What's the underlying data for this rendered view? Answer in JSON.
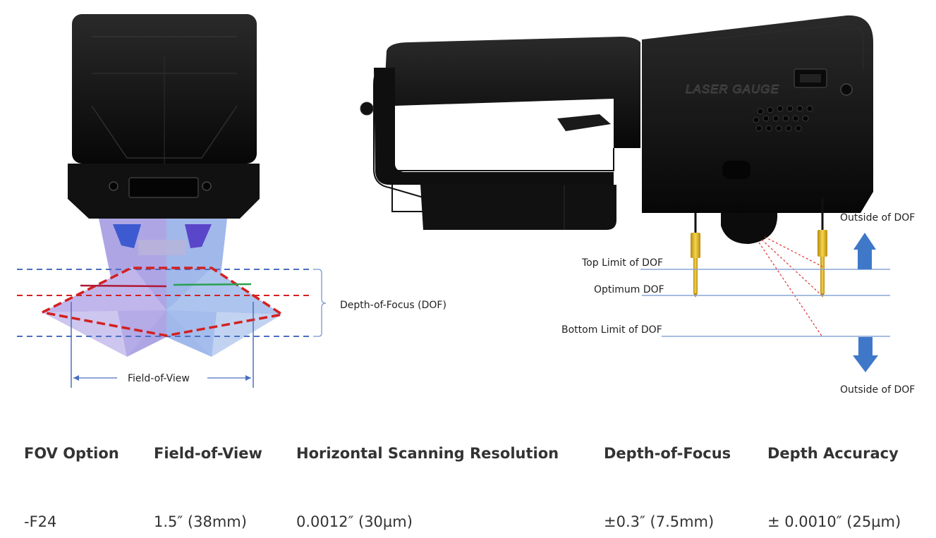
{
  "diagram": {
    "left": {
      "dof_label": "Depth-of-Focus (DOF)",
      "fov_label": "Field-of-View"
    },
    "right": {
      "logo_text": "LASER GAUGE",
      "outside_top": "Outside of DOF",
      "outside_bottom": "Outside of DOF",
      "top_limit": "Top Limit of DOF",
      "optimum": "Optimum DOF",
      "bottom_limit": "Bottom Limit of DOF"
    },
    "colors": {
      "device_body": "#0d0d0d",
      "beam_purple": "#9b8fe0",
      "beam_blue": "#7fa0e6",
      "dashed_red": "#d42020",
      "dashed_blue": "#4a6fc0",
      "guide_line": "#8aa6d6",
      "arrow_blue": "#3f78c8",
      "probe_gold": "#e8c020"
    }
  },
  "specs": {
    "headers": [
      "FOV Option",
      "Field-of-View",
      "Horizontal Scanning Resolution",
      "Depth-of-Focus",
      "Depth Accuracy"
    ],
    "rows": [
      [
        "-F24",
        "1.5″ (38mm)",
        "0.0012″ (30µm)",
        "±0.3″ (7.5mm)",
        "± 0.0010″ (25µm)"
      ]
    ]
  }
}
